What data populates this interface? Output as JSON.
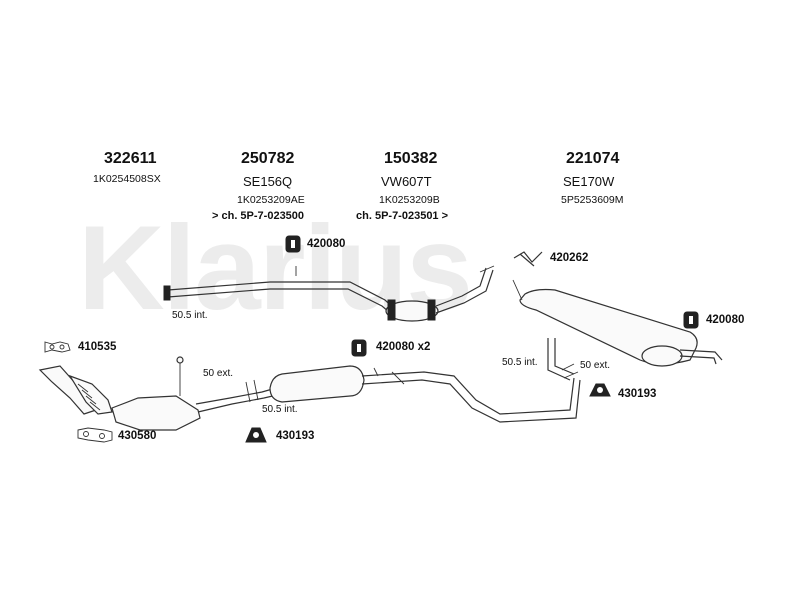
{
  "watermark": "Klarius",
  "groups": [
    {
      "part_no": "322611",
      "code": "",
      "sub": "1K0254508SX",
      "chassis": ""
    },
    {
      "part_no": "250782",
      "code": "SE156Q",
      "sub": "1K0253209AE",
      "chassis": "> ch. 5P-7-023500"
    },
    {
      "part_no": "150382",
      "code": "VW607T",
      "sub": "1K0253209B",
      "chassis": "ch. 5P-7-023501 >"
    },
    {
      "part_no": "221074",
      "code": "SE170W",
      "sub": "5P5253609M",
      "chassis": ""
    }
  ],
  "accessories": {
    "a420080_top": "420080",
    "a420262": "420262",
    "a420080_right": "420080",
    "a410535": "410535",
    "a420080_x2": "420080 x2",
    "a430193_right": "430193",
    "a430580": "430580",
    "a430193_mid": "430193"
  },
  "dimensions": {
    "d_50_5_int_top": "50.5 int.",
    "d_50_ext_left": "50 ext.",
    "d_50_5_int_mid": "50.5 int.",
    "d_50_5_int_right": "50.5 int.",
    "d_50_ext_right": "50 ext."
  }
}
